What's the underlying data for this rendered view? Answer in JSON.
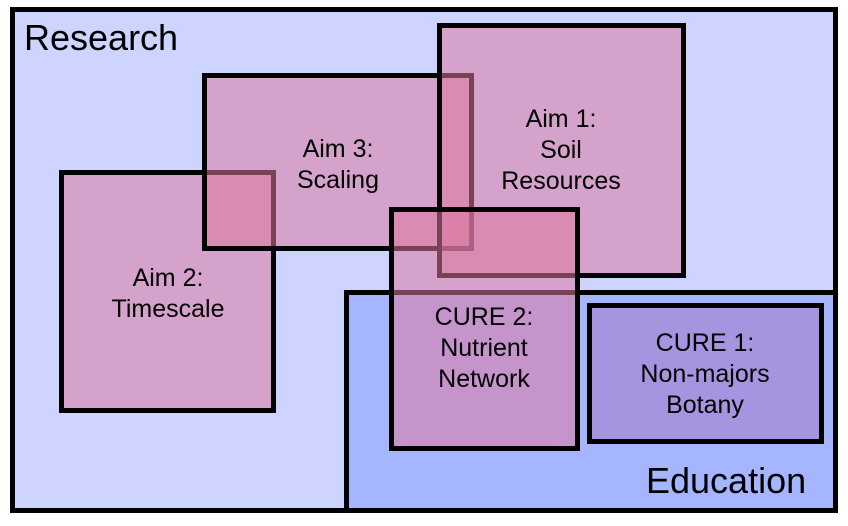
{
  "colors": {
    "research_background": "#ccd4ff",
    "education_background": "#a6b5ff",
    "aim_fill": "#dd78a0",
    "cure_fill": "#a678c8",
    "border": "#000000"
  },
  "regions": {
    "research": "Research",
    "education": "Education"
  },
  "aims": {
    "aim1": [
      "Aim 1:",
      "Soil",
      "Resources"
    ],
    "aim2": [
      "Aim 2:",
      "Timescale"
    ],
    "aim3": [
      "Aim 3:",
      "Scaling"
    ]
  },
  "cures": {
    "cure1": [
      "CURE 1:",
      "Non-majors",
      "Botany"
    ],
    "cure2": [
      "CURE 2:",
      "Nutrient",
      "Network"
    ]
  }
}
